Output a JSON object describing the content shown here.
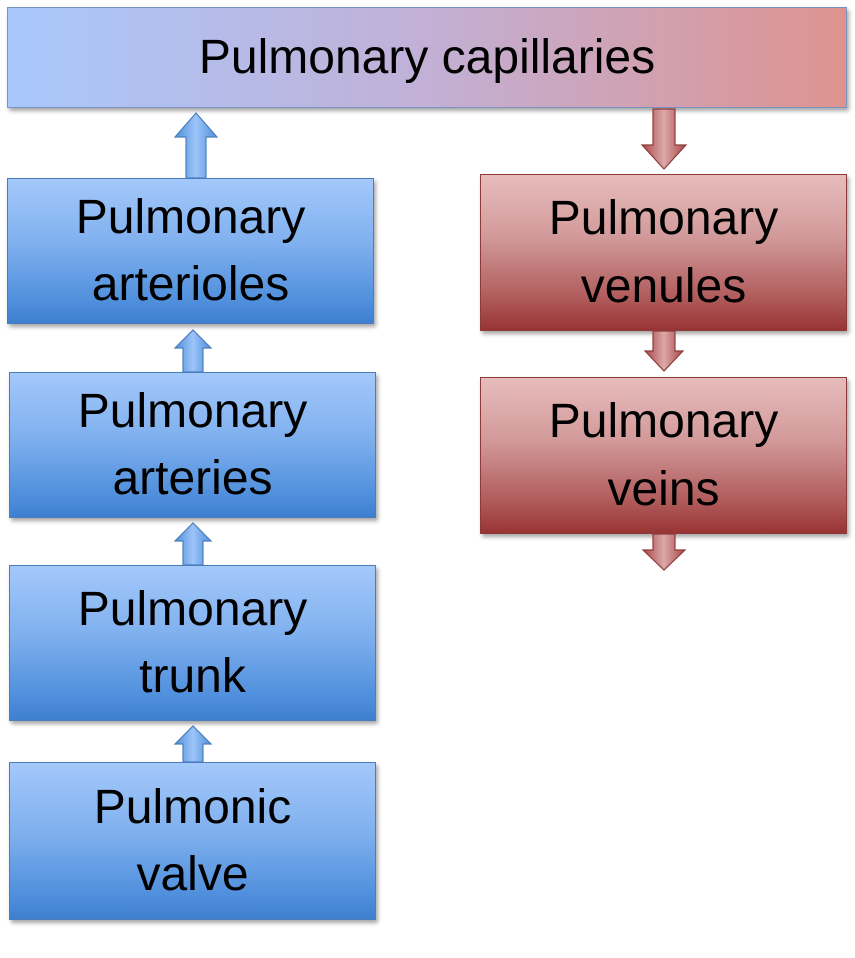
{
  "diagram": {
    "capillaries": {
      "label": "Pulmonary capillaries"
    },
    "arterioles": {
      "label": "Pulmonary\narterioles"
    },
    "arteries": {
      "label": "Pulmonary\narteries"
    },
    "trunk": {
      "label": "Pulmonary\ntrunk"
    },
    "valve": {
      "label": "Pulmonic\nvalve"
    },
    "venules": {
      "label": "Pulmonary\nvenules"
    },
    "veins": {
      "label": "Pulmonary\nveins"
    }
  },
  "colors": {
    "arterial_blue": "#4f8fdc",
    "venous_red": "#993434",
    "arrow_blue": "#6fa3e6",
    "arrow_red": "#b86262"
  }
}
